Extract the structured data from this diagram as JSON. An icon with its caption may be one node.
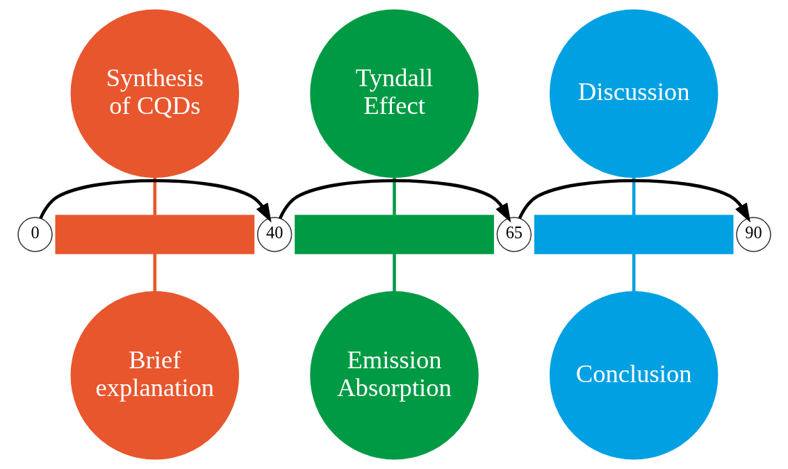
{
  "diagram": {
    "nodes": [
      {
        "text": [
          "Synthesis of CQDs"
        ]
      },
      {
        "text": [
          "Tyndall Effect"
        ]
      },
      {
        "text": [
          "Discussion"
        ]
      },
      {
        "text": [],
        "shape": "bar"
      },
      {
        "text": [],
        "shape": "bar"
      },
      {
        "text": [],
        "shape": "bar"
      },
      {
        "text": [
          "0"
        ]
      },
      {
        "text": [
          "40"
        ]
      },
      {
        "text": [
          "65"
        ]
      },
      {
        "text": [
          "90"
        ]
      },
      {
        "text": [
          "Brief explanation"
        ]
      },
      {
        "text": [
          "Emission Absorption"
        ]
      },
      {
        "text": [
          "Conclusion"
        ]
      }
    ],
    "edges": [
      {
        "from": 0,
        "to": 3,
        "arrow": "none",
        "color": "#e8562e"
      },
      {
        "from": 1,
        "to": 4,
        "arrow": "none",
        "color": "#009a44"
      },
      {
        "from": 2,
        "to": 5,
        "arrow": "none",
        "color": "#00a0e3"
      },
      {
        "from": 6,
        "to": 7,
        "arrow": "to"
      },
      {
        "from": 7,
        "to": 8,
        "arrow": "to"
      },
      {
        "from": 8,
        "to": 9,
        "arrow": "to"
      },
      {
        "from": 3,
        "to": 10,
        "arrow": "none",
        "color": "#e8562e"
      },
      {
        "from": 4,
        "to": 11,
        "arrow": "none",
        "color": "#009a44"
      },
      {
        "from": 5,
        "to": 12,
        "arrow": "none",
        "color": "#00a0e3"
      }
    ]
  }
}
